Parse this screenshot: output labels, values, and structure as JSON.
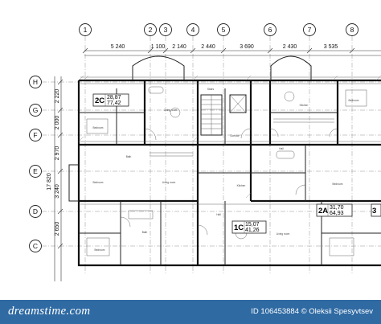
{
  "axes_top": [
    {
      "label": "1"
    },
    {
      "label": "2"
    },
    {
      "label": "3"
    },
    {
      "label": "4"
    },
    {
      "label": "5"
    },
    {
      "label": "6"
    },
    {
      "label": "7"
    },
    {
      "label": "8"
    }
  ],
  "axes_left": [
    {
      "label": "H"
    },
    {
      "label": "G"
    },
    {
      "label": "F"
    },
    {
      "label": "E"
    },
    {
      "label": "D"
    },
    {
      "label": "C"
    }
  ],
  "dims_top_row1": [
    "5 240",
    "1 100",
    "2 140",
    "2 440",
    "3 690",
    "2 430",
    "3 535"
  ],
  "dims_left_row": [
    "2 220",
    "2 000",
    "2 970",
    "3 240",
    "2 650"
  ],
  "dim_left_total": "17 820",
  "apartments": [
    {
      "code": "2C",
      "total": "28,87",
      "living": "77,42"
    },
    {
      "code": "1C",
      "total": "15,07",
      "living": "41,26"
    },
    {
      "code": "2A",
      "total": "31,70",
      "living": "64,93"
    },
    {
      "code": "3"
    }
  ],
  "room_labels": [
    "Bedroom",
    "Living room",
    "Kitchen",
    "Bath",
    "Corridor",
    "Hall",
    "Stairs",
    "Bedroom",
    "Living room",
    "Kitchen",
    "Bedroom",
    "Bedroom",
    "Hall",
    "Bath",
    "Bedroom",
    "Living room"
  ],
  "footer": {
    "brand": "dreamstime.com",
    "id_text": "ID 106453884",
    "credit": "© Oleksii Spesyvtsev"
  }
}
